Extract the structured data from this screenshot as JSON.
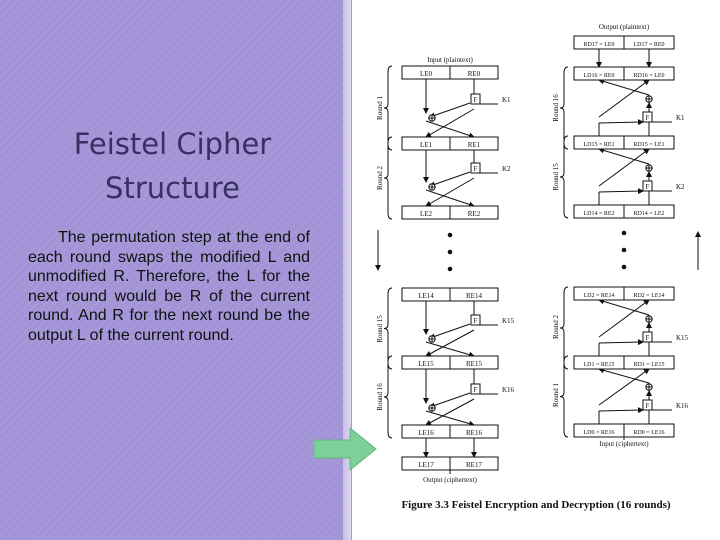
{
  "slide": {
    "title_line1": "Feistel Cipher",
    "title_line2": "Structure",
    "body": "The permutation step at the end of each round swaps the modified L and unmodified R. Therefore, the L for the next round would be R of the current round. And R for the next round be the output L of the current round."
  },
  "figure": {
    "caption": "Figure 3.3  Feistel Encryption and Decryption (16 rounds)",
    "encryption": {
      "input_label": "Input (plaintext)",
      "output_label": "Output (ciphertext)",
      "function_label": "F",
      "rounds": [
        "Round 1",
        "Round 2",
        "Round 15",
        "Round 16"
      ],
      "keys": [
        "K1",
        "K2",
        "K15",
        "K16"
      ],
      "blocks": [
        {
          "l": "LE0",
          "r": "RE0"
        },
        {
          "l": "LE1",
          "r": "RE1"
        },
        {
          "l": "LE2",
          "r": "RE2"
        },
        {
          "l": "LE14",
          "r": "RE14"
        },
        {
          "l": "LE15",
          "r": "RE15"
        },
        {
          "l": "LE16",
          "r": "RE16"
        },
        {
          "l": "LE17",
          "r": "RE17"
        }
      ]
    },
    "decryption": {
      "output_label": "Output (plaintext)",
      "input_label": "Input (ciphertext)",
      "function_label": "F",
      "rounds": [
        "Round 16",
        "Round 15",
        "Round 2",
        "Round 1"
      ],
      "keys": [
        "K1",
        "K2",
        "K15",
        "K16"
      ],
      "blocks": [
        {
          "l": "RD17 = LE0",
          "r": "LD17 = RE0"
        },
        {
          "l": "LD16 = RE0",
          "r": "RD16 = LE0"
        },
        {
          "l": "LD15 = RE1",
          "r": "RD15 = LE1"
        },
        {
          "l": "LD14 = RE2",
          "r": "RD14 = LE2"
        },
        {
          "l": "LD2 = RE14",
          "r": "RD2 = LE14"
        },
        {
          "l": "LD1 = RE15",
          "r": "RD1 = LE15"
        },
        {
          "l": "LD0 = RE16",
          "r": "RD0 = LE16"
        }
      ]
    }
  },
  "colors": {
    "panel": "#a294d6",
    "title": "#3a2f63",
    "arrow": "#7fcf9a"
  }
}
